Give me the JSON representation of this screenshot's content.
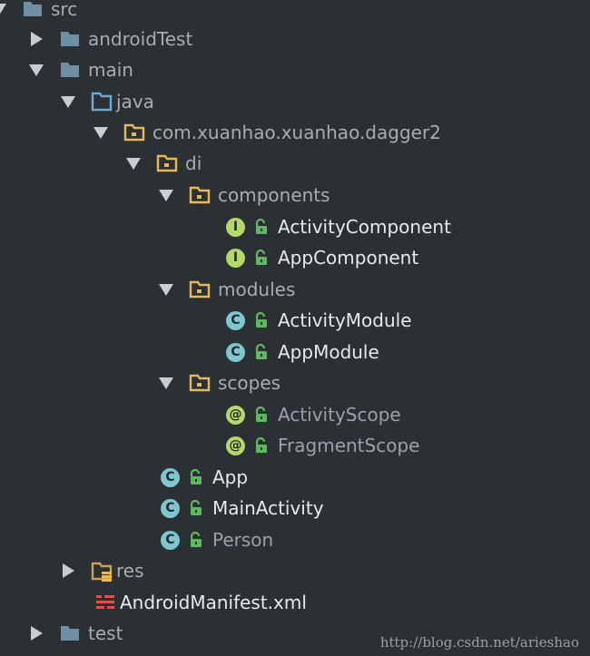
{
  "tree": {
    "src": "src",
    "androidTest": "androidTest",
    "main": "main",
    "java": "java",
    "package": "com.xuanhao.xuanhao.dagger2",
    "di": "di",
    "components": "components",
    "activity_component": "ActivityComponent",
    "app_component": "AppComponent",
    "modules": "modules",
    "activity_module": "ActivityModule",
    "app_module": "AppModule",
    "scopes": "scopes",
    "activity_scope": "ActivityScope",
    "fragment_scope": "FragmentScope",
    "app": "App",
    "main_activity": "MainActivity",
    "person": "Person",
    "res": "res",
    "manifest": "AndroidManifest.xml",
    "test": "test"
  },
  "badges": {
    "interface": "I",
    "class": "C",
    "annotation": "@"
  },
  "watermark": "http://blog.csdn.net/arieshao",
  "colors": {
    "background": "#2b3035",
    "folder_blue": "#6e8fa4",
    "folder_yellow": "#e6b85a",
    "interface_badge": "#b5d86a",
    "class_badge": "#7ec7cf",
    "lock": "#5fb760"
  }
}
